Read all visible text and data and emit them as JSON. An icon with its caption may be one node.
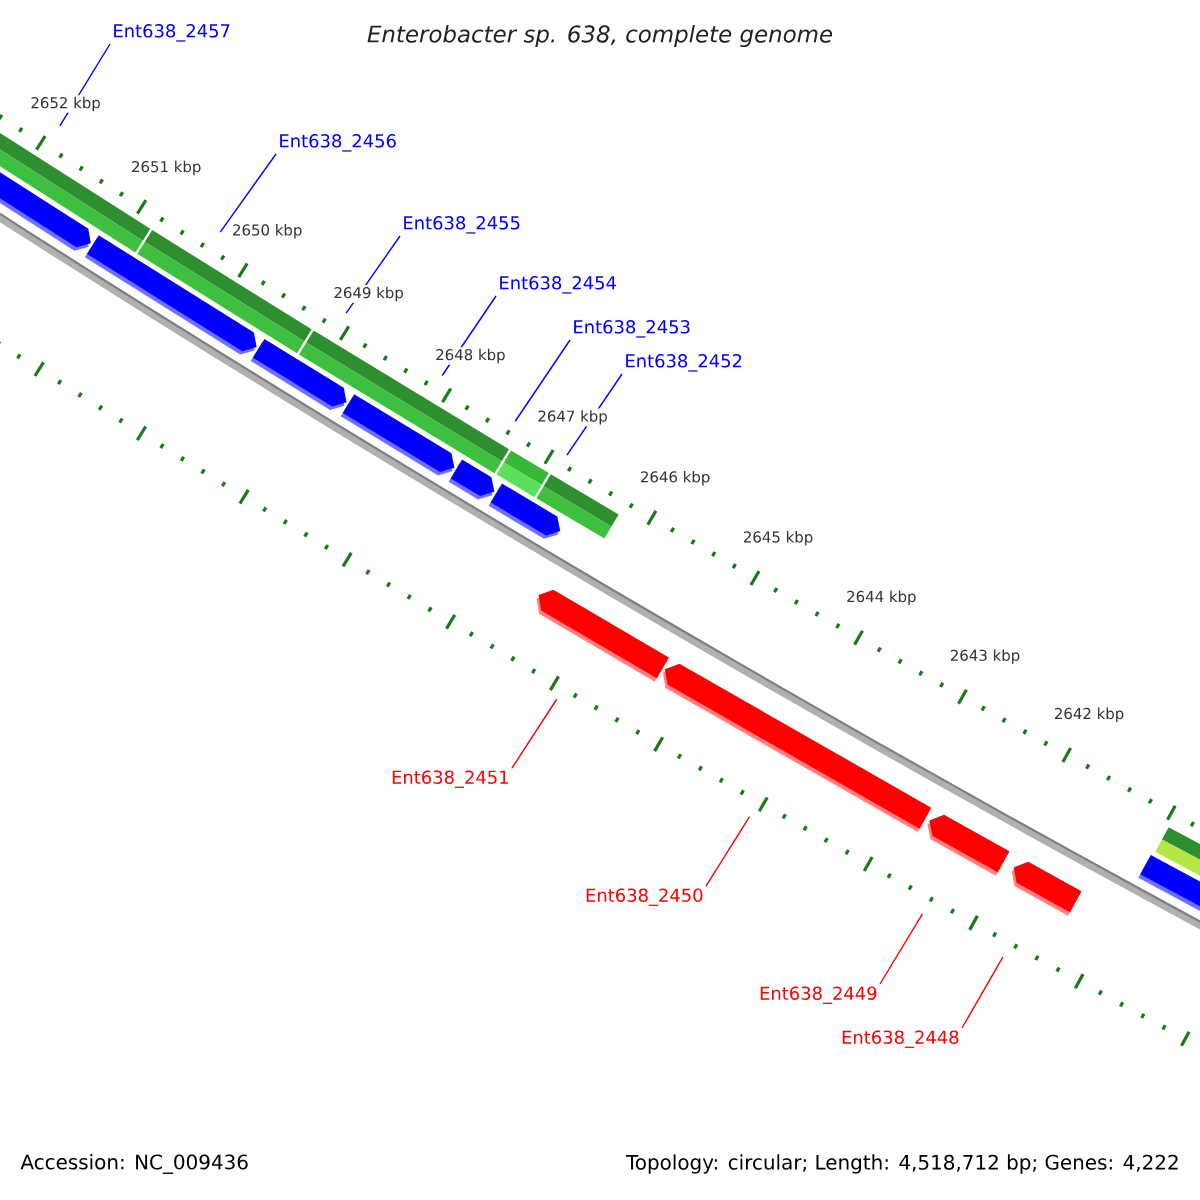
{
  "diagram": {
    "title": "Enterobacter sp. 638, complete genome",
    "nodes": [
      {
        "text": [
          "Ent638_2457"
        ]
      },
      {
        "text": [
          "Ent638_2456"
        ]
      },
      {
        "text": [
          "Ent638_2455"
        ]
      },
      {
        "text": [
          "Ent638_2454"
        ]
      },
      {
        "text": [
          "Ent638_2453"
        ]
      },
      {
        "text": [
          "Ent638_2452"
        ]
      },
      {
        "text": [
          "Ent638_2451"
        ]
      },
      {
        "text": [
          "Ent638_2450"
        ]
      },
      {
        "text": [
          "Ent638_2449"
        ]
      },
      {
        "text": [
          "Ent638_2448"
        ]
      },
      {
        "text": [],
        "shape": "pentagon"
      },
      {
        "text": [],
        "shape": "pentagon"
      },
      {
        "text": [],
        "shape": "pentagon"
      },
      {
        "text": [],
        "shape": "pentagon"
      },
      {
        "text": [],
        "shape": "pentagon"
      },
      {
        "text": [],
        "shape": "pentagon"
      },
      {
        "text": [],
        "shape": "pentagon"
      },
      {
        "text": [],
        "shape": "pentagon"
      },
      {
        "text": [],
        "shape": "pentagon"
      },
      {
        "text": [],
        "shape": "pentagon"
      },
      {
        "text": [],
        "shape": "pentagon"
      }
    ],
    "edges": [
      {
        "from": 0,
        "to": 10,
        "arrow": "none"
      },
      {
        "from": 1,
        "to": 11,
        "arrow": "none"
      },
      {
        "from": 2,
        "to": 12,
        "arrow": "none"
      },
      {
        "from": 3,
        "to": 13,
        "arrow": "none"
      },
      {
        "from": 4,
        "to": 14,
        "arrow": "none"
      },
      {
        "from": 5,
        "to": 15,
        "arrow": "none"
      },
      {
        "from": 6,
        "to": 16,
        "arrow": "none",
        "color": "#ff0000"
      },
      {
        "from": 7,
        "to": 17,
        "arrow": "none",
        "color": "#ff0000"
      },
      {
        "from": 8,
        "to": 18,
        "arrow": "none",
        "color": "#ff0000"
      },
      {
        "from": 9,
        "to": 19,
        "arrow": "none",
        "color": "#ff0000"
      }
    ],
    "labels": [
      "2652 kbp",
      "2651 kbp",
      "2650 kbp",
      "2649 kbp",
      "2648 kbp",
      "2647 kbp",
      "2646 kbp",
      "2645 kbp",
      "2644 kbp",
      "2643 kbp",
      "2642 kbp",
      "Accession: NC_009436",
      "Topology: circular; Length: 4,518,712 bp; Genes: 4,222"
    ]
  }
}
